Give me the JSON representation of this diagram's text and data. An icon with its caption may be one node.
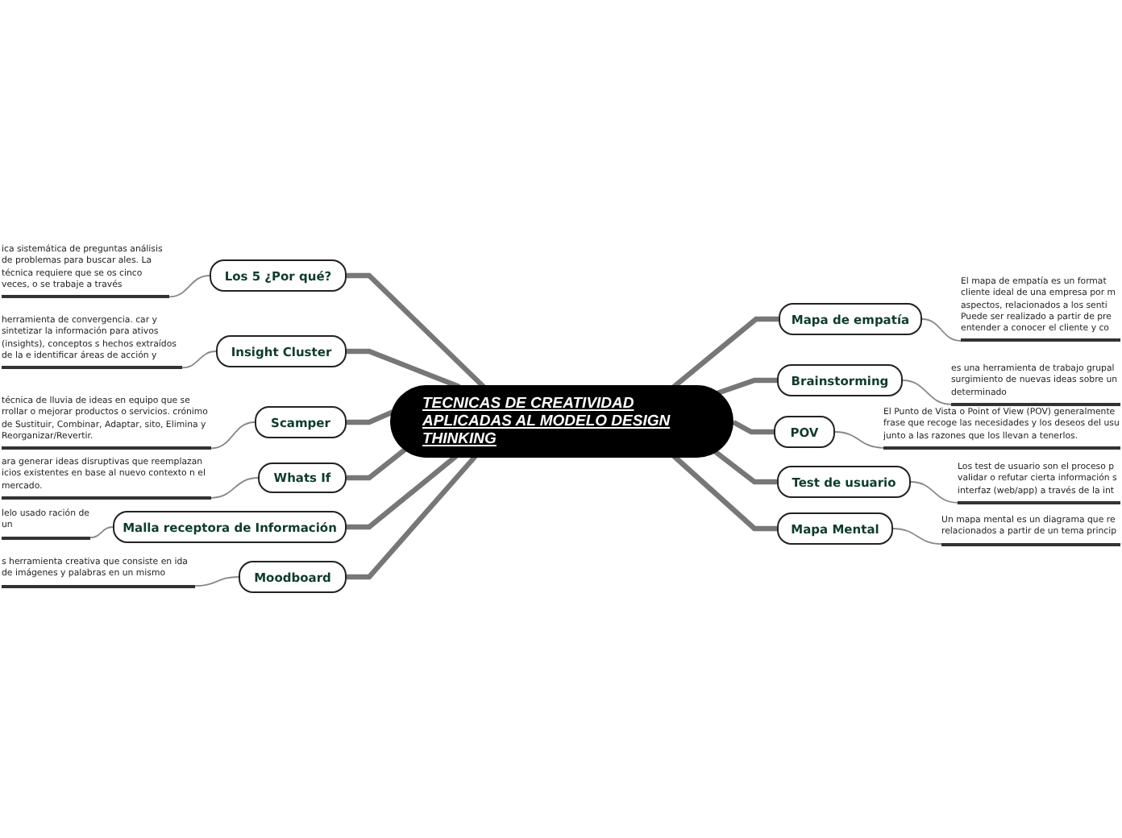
{
  "diagram": {
    "nodes": [
      {
        "text": [
          "TECNICAS DE CREATIVIDAD APLICADAS AL MODELO DESIGN THINKING"
        ]
      },
      {
        "text": [
          "Los 5 ¿Por qué?"
        ]
      },
      {
        "text": [
          "Insight Cluster"
        ]
      },
      {
        "text": [
          "Scamper"
        ]
      },
      {
        "text": [
          "Whats If"
        ]
      },
      {
        "text": [
          "Malla receptora de Información"
        ]
      },
      {
        "text": [
          "Moodboard"
        ]
      },
      {
        "text": [
          "Mapa de empatía"
        ]
      },
      {
        "text": [
          "Brainstorming"
        ]
      },
      {
        "text": [
          "POV"
        ]
      },
      {
        "text": [
          "Test de usuario"
        ]
      },
      {
        "text": [
          "Mapa Mental"
        ]
      },
      {
        "text": [
          "ica sistemática de preguntas análisis de problemas para buscar ales. La técnica requiere que se os cinco veces, o se trabaje a través"
        ]
      },
      {
        "text": [
          "herramienta de convergencia. car y sintetizar la información para ativos (insights), conceptos s hechos extraídos de la e identificar áreas de acción y"
        ]
      },
      {
        "text": [
          "técnica de lluvia de ideas en equipo que se rrollar o mejorar productos o servicios. crónimo de Sustituir, Combinar, Adaptar, sito, Elimina y Reorganizar/Revertir."
        ]
      },
      {
        "text": [
          "ara generar ideas disruptivas que reemplazan icios existentes en base al nuevo contexto n el mercado."
        ]
      },
      {
        "text": [
          "lelo usado ración de un"
        ]
      },
      {
        "text": [
          "s herramienta creativa que consiste en ida de imágenes y palabras en un mismo"
        ]
      },
      {
        "text": [
          "El mapa de empatía es un format cliente ideal de una empresa por m aspectos, relacionados a los senti Puede ser realizado a partir de pre entender a conocer el cliente y co"
        ]
      },
      {
        "text": [
          "es una herramienta de trabajo grupal surgimiento de nuevas ideas sobre un determinado"
        ]
      },
      {
        "text": [
          "El Punto de Vista o Point of View (POV) generalmente frase que recoge las necesidades y los deseos del usu junto a las razones que los llevan a tenerlos."
        ]
      },
      {
        "text": [
          "Los test de usuario son el proceso p validar o refutar cierta información s interfaz (web/app) a través de la int"
        ]
      },
      {
        "text": [
          "Un mapa mental es un diagrama que re relacionados a partir de un tema princip"
        ]
      }
    ],
    "edges": [
      {
        "from": 0,
        "to": 1,
        "arrow": "none",
        "style": "thick"
      },
      {
        "from": 0,
        "to": 2,
        "arrow": "none",
        "style": "thick"
      },
      {
        "from": 0,
        "to": 3,
        "arrow": "none",
        "style": "thick"
      },
      {
        "from": 0,
        "to": 4,
        "arrow": "none",
        "style": "thick"
      },
      {
        "from": 0,
        "to": 5,
        "arrow": "none",
        "style": "thick"
      },
      {
        "from": 0,
        "to": 6,
        "arrow": "none",
        "style": "thick"
      },
      {
        "from": 0,
        "to": 7,
        "arrow": "none",
        "style": "thick"
      },
      {
        "from": 0,
        "to": 8,
        "arrow": "none",
        "style": "thick"
      },
      {
        "from": 0,
        "to": 9,
        "arrow": "none",
        "style": "thick"
      },
      {
        "from": 0,
        "to": 10,
        "arrow": "none",
        "style": "thick"
      },
      {
        "from": 0,
        "to": 11,
        "arrow": "none",
        "style": "thick"
      },
      {
        "from": 1,
        "to": 12,
        "arrow": "none"
      },
      {
        "from": 2,
        "to": 13,
        "arrow": "none"
      },
      {
        "from": 3,
        "to": 14,
        "arrow": "none"
      },
      {
        "from": 4,
        "to": 15,
        "arrow": "none"
      },
      {
        "from": 5,
        "to": 16,
        "arrow": "none"
      },
      {
        "from": 6,
        "to": 17,
        "arrow": "none"
      },
      {
        "from": 7,
        "to": 18,
        "arrow": "none"
      },
      {
        "from": 8,
        "to": 19,
        "arrow": "none"
      },
      {
        "from": 9,
        "to": 20,
        "arrow": "none"
      },
      {
        "from": 10,
        "to": 21,
        "arrow": "none"
      },
      {
        "from": 11,
        "to": 22,
        "arrow": "none"
      }
    ]
  }
}
